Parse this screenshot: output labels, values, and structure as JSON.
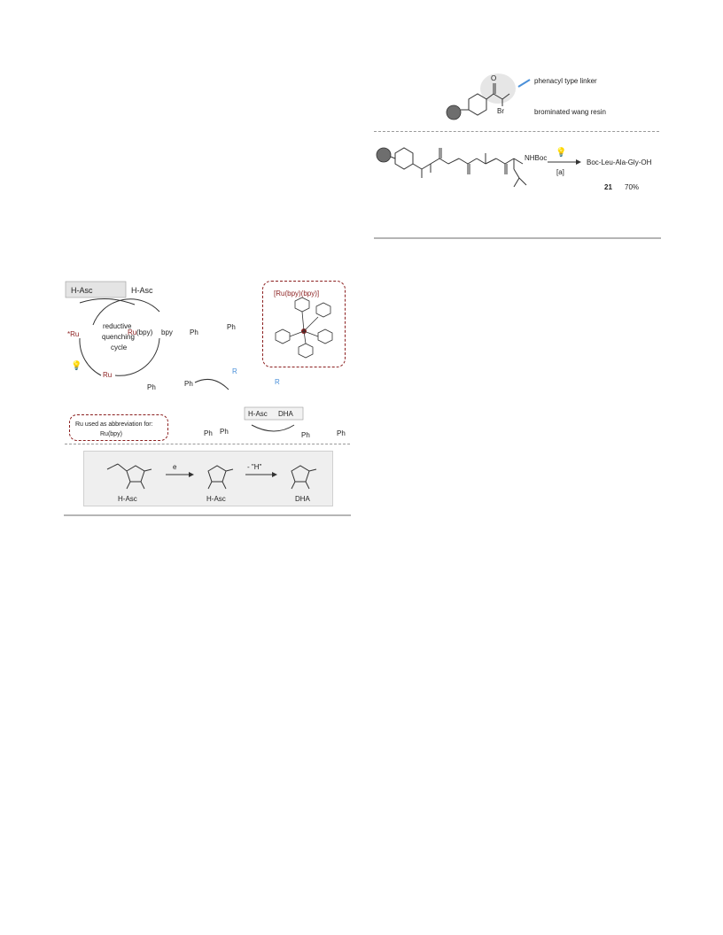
{
  "top_right_scheme": {
    "label_phenacyl": "phenacyl type linker",
    "label_resin": "brominated wang resin",
    "bromine": "Br",
    "oxygen": "O"
  },
  "peptide_scheme": {
    "nhboc": "NHBoc",
    "condition": "[a]",
    "product": "Boc-Leu-Ala-Gly-OH",
    "compound_number": "21",
    "yield": "70%"
  },
  "mechanism": {
    "h_asc_anion": "H-Asc",
    "h_asc_radical": "H-Asc",
    "excited_ru": "*Ru",
    "ru_red": "Ru",
    "ru_ii": "Ru",
    "cycle_label_1": "reductive",
    "cycle_label_2": "quenching",
    "cycle_label_3": "cycle",
    "ru_i_bpy": "(bpy)",
    "bpy_tail": "bpy",
    "complex_label": "[Ru(bpy)(bpy)]",
    "abbrev_line1": "Ru used as abbreviation for:",
    "abbrev_line2": "Ru(bpy)",
    "ph": "Ph",
    "r": "R",
    "h_asc_plus": "H-Asc",
    "dha": "DHA"
  },
  "ascorbate_scheme": {
    "label_left": "H-Asc",
    "label_mid": "H-Asc",
    "label_right": "DHA",
    "arrow1": "e",
    "arrow2": "- \"H\""
  }
}
